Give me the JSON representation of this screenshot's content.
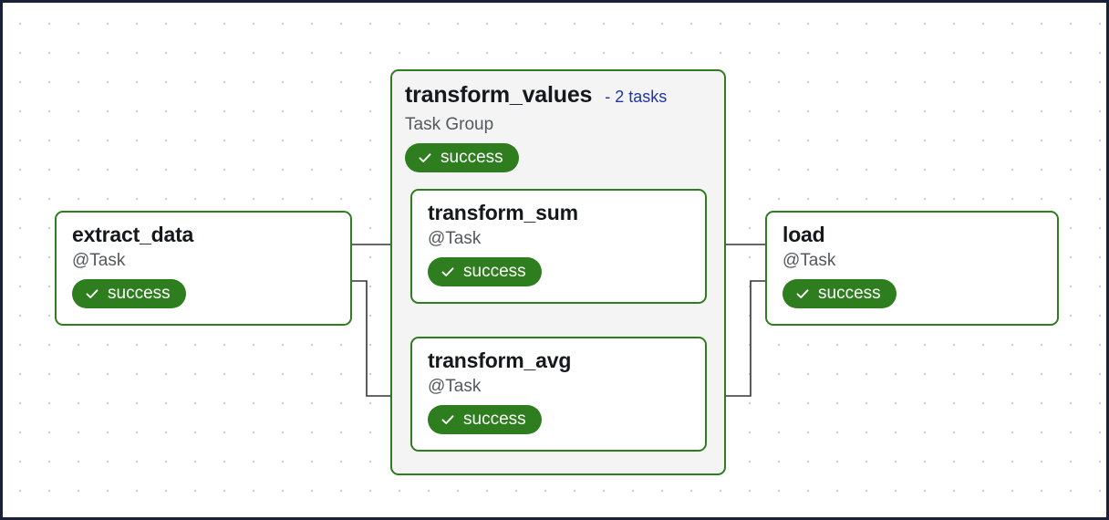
{
  "graph": {
    "background": "#ffffff",
    "border_color": "#1a2035",
    "grid_dot_color": "#c9c9d1",
    "node_border_color": "#2e7d1e",
    "badge_color": "#2e7d1e",
    "link_color": "#1f35a8",
    "edge_color": "#333333"
  },
  "task_group": {
    "title": "transform_values",
    "count_label": "- 2 tasks",
    "type_label": "Task Group",
    "status": {
      "label": "success",
      "icon": "check-icon"
    }
  },
  "nodes": [
    {
      "id": "extract_data",
      "title": "extract_data",
      "subtitle": "@Task",
      "status": {
        "label": "success",
        "icon": "check-icon"
      }
    },
    {
      "id": "transform_sum",
      "title": "transform_sum",
      "subtitle": "@Task",
      "status": {
        "label": "success",
        "icon": "check-icon"
      }
    },
    {
      "id": "transform_avg",
      "title": "transform_avg",
      "subtitle": "@Task",
      "status": {
        "label": "success",
        "icon": "check-icon"
      }
    },
    {
      "id": "load",
      "title": "load",
      "subtitle": "@Task",
      "status": {
        "label": "success",
        "icon": "check-icon"
      }
    }
  ]
}
